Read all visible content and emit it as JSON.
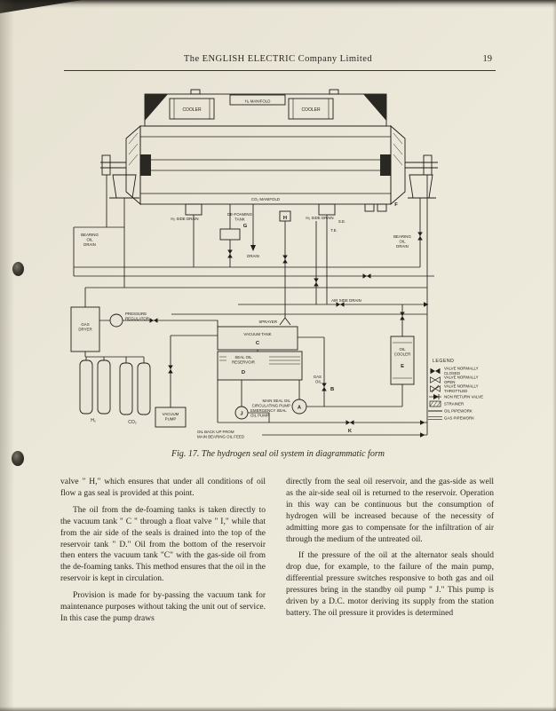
{
  "colors": {
    "paper": "#e9e5d6",
    "ink": "#1f1e1a"
  },
  "page": {
    "header_title": "The ENGLISH ELECTRIC Company Limited",
    "page_number": "19",
    "caption": "Fig. 17.  The hydrogen seal oil system in diagrammatic form"
  },
  "diagram": {
    "generator": {
      "cooler_left": "COOLER",
      "h2_manifold": "H₂ MANIFOLD",
      "cooler_right": "COOLER",
      "co2_manifold": "CO₂ MANIFOLD"
    },
    "labels": {
      "h2_side_drain_left": "H₂ SIDE DRAIN",
      "defoaming_tank": "DE-FOAMING\nTANK",
      "defoaming_tank_letter": "G",
      "valve_h": "H",
      "h2_side_drain_right": "H₂ SIDE DRAIN",
      "se": "S.E.",
      "te": "T.E.",
      "f": "F",
      "bearing_oil_drain_left": "BEARING\nOIL\nDRAIN",
      "bearing_oil_drain_right": "BEARING\nOIL\nDRAIN",
      "drain": "DRAIN",
      "air_side_drain": "AIR SIDE DRAIN",
      "gas_dryer": "GAS\nDRYER",
      "pressure_regulator": "PRESSURE\nREGULATOR",
      "sprayer": "SPRAYER",
      "vacuum_tank": "VACUUM TANK",
      "vacuum_tank_letter": "C",
      "seal_oil_reservoir": "SEAL OIL\nRESERVOIR",
      "seal_oil_reservoir_letter": "D",
      "oil_cooler": "OIL\nCOOLER",
      "oil_cooler_letter": "E",
      "gas_oil": "GAS\nOIL",
      "gas_oil_letter": "B",
      "main_seal_pump": "MAIN SEAL OIL\nCIRCULATING PUMP",
      "main_pump_letter": "A",
      "emergency_pump": "EMERGENCY SEAL\nOIL PUMP",
      "emergency_pump_letter": "J",
      "oil_backup": "OIL BACK UP FROM\nMAIN BEARING OIL FEED",
      "vacuum_pump": "VACUUM\nPUMP",
      "h2_cylinders": "H₂",
      "co2_cylinders": "CO₂",
      "k": "K"
    },
    "legend": {
      "title": "LEGEND",
      "items": [
        "VALVE NORMALLY\nCLOSED",
        "VALVE NORMALLY\nOPEN",
        "VALVE NORMALLY\nTHROTTLED",
        "NON RETURN VALVE",
        "STRAINER",
        "OIL PIPEWORK",
        "GAS PIPEWORK"
      ]
    }
  },
  "body": {
    "left": [
      "valve \" H,\" which ensures that under all conditions of oil flow a gas seal is provided at this point.",
      "The oil from the de-foaming tanks is taken directly to the vacuum tank \" C \" through a float valve \" I,\" while that from the air side of the seals is drained into the top of the reservoir tank \" D.\" Oil from the bottom of the reservoir then enters the vacuum tank \"C\" with the gas-side oil from the de-foaming tanks.  This method ensures that the oil in the reservoir is kept in circulation.",
      "Provision is made for by-passing the vacuum tank for maintenance purposes without taking the unit out of service.  In this case the pump draws"
    ],
    "right": [
      "directly from the seal oil reservoir, and the gas-side as well as the air-side seal oil is returned to the reservoir.  Operation in this way can be continuous but the consumption of hydrogen will be increased because of the necessity of admitting more gas to compensate for the infiltration of air through the medium of the untreated oil.",
      "If the pressure of the oil at the alternator seals should drop due, for example, to the failure of the main pump, differential pressure switches responsive to both gas and oil pressures bring in the standby oil pump \" J.\"  This pump is driven by a D.C. motor deriving its supply from the station battery.  The oil pressure it provides is determined"
    ]
  }
}
